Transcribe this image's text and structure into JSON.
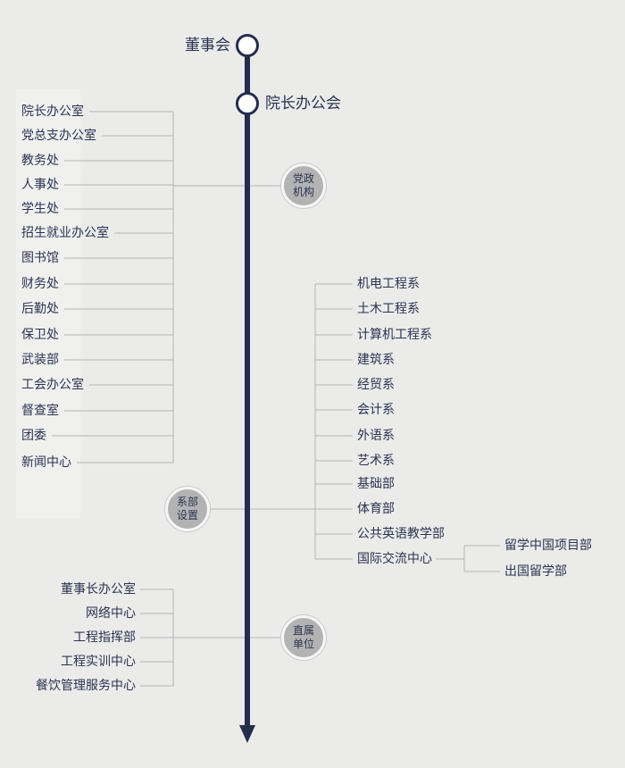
{
  "timeline": {
    "top_node": "董事会",
    "second_node": "院长办公会"
  },
  "groups": [
    {
      "badge": "党政机构",
      "badge_lines": [
        "党政",
        "机构"
      ],
      "items": [
        "院长办公室",
        "党总支办公室",
        "教务处",
        "人事处",
        "学生处",
        "招生就业办公室",
        "图书馆",
        "财务处",
        "后勤处",
        "保卫处",
        "武装部",
        "工会办公室",
        "督查室",
        "团委",
        "新闻中心"
      ]
    },
    {
      "badge": "系部设置",
      "badge_lines": [
        "系部",
        "设置"
      ],
      "items": [
        "机电工程系",
        "土木工程系",
        "计算机工程系",
        "建筑系",
        "经贸系",
        "会计系",
        "外语系",
        "艺术系",
        "基础部",
        "体育部",
        "公共英语教学部",
        "国际交流中心"
      ],
      "sub": {
        "parent": "国际交流中心",
        "items": [
          "留学中国项目部",
          "出国留学部"
        ]
      }
    },
    {
      "badge": "直属单位",
      "badge_lines": [
        "直属",
        "单位"
      ],
      "items": [
        "董事长办公室",
        "网络中心",
        "工程指挥部",
        "工程实训中心",
        "餐饮管理服务中心"
      ]
    }
  ],
  "colors": {
    "axis": "#252d4c",
    "line": "#b5b5b5",
    "text": "#2b3350",
    "badge": "#b3b3b3",
    "background": "#ebebea"
  }
}
